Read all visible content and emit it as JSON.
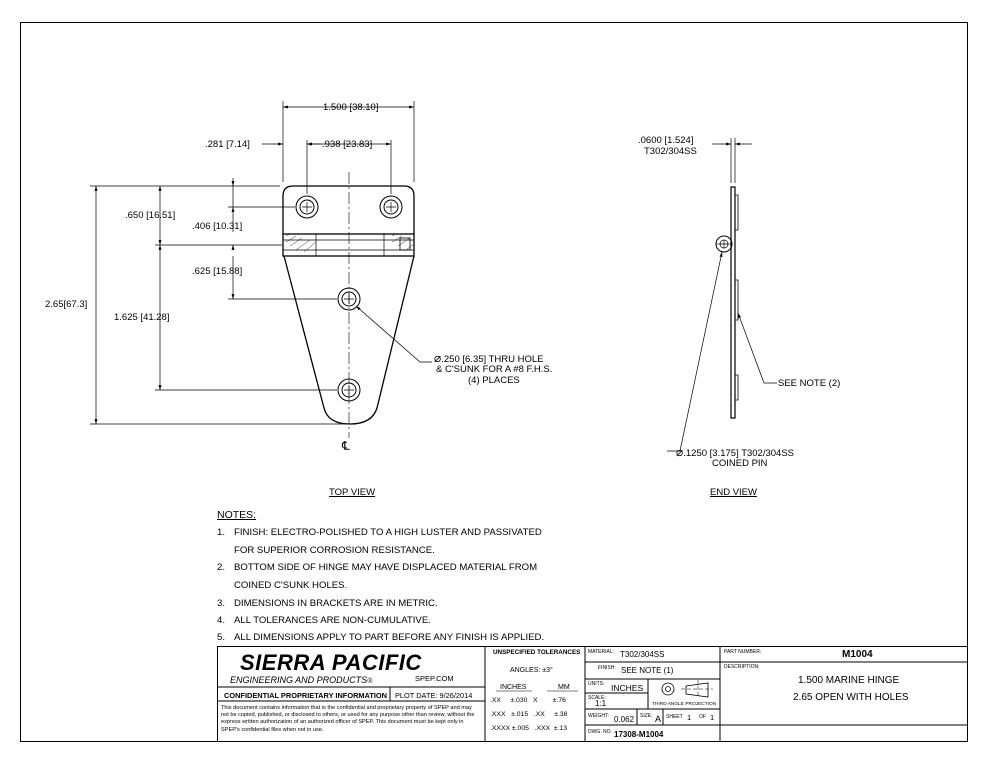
{
  "top_view": {
    "dims": {
      "overall_width": "1.500",
      "overall_width_mm": "38.10",
      "hole_offset": ".281",
      "hole_offset_mm": "7.14",
      "hole_spacing": ".938",
      "hole_spacing_mm": "23.83",
      "top_to_pin": ".650",
      "top_to_pin_mm": "16.51",
      "top_to_hole": ".406",
      "top_to_hole_mm": "10.31",
      "pin_to_hole": ".625",
      "pin_to_hole_mm": "15.88",
      "overall_height": "2.65",
      "overall_height_mm": "67.3",
      "pin_to_bottom_hole": "1.625",
      "pin_to_bottom_hole_mm": "41.28"
    },
    "hole_callout_line1": ".250",
    "hole_callout_line1_mm": "6.35",
    "hole_callout_line1_text": "THRU HOLE",
    "hole_callout_line2": "& C'SUNK FOR A #8 F.H.S.",
    "hole_callout_line3": "(4) PLACES",
    "centerline_symbol": "℄",
    "diameter_symbol": "⌀",
    "label": "TOP VIEW"
  },
  "end_view": {
    "thickness": ".0600",
    "thickness_mm": "1.524",
    "thickness_material": "T302/304SS",
    "see_note": "SEE NOTE (2)",
    "pin_callout_line1": ".1250",
    "pin_callout_line1_mm": "3.175",
    "pin_callout_line1_mat": "T302/304SS",
    "pin_callout_line2": "COINED PIN",
    "label": "END VIEW"
  },
  "notes": {
    "heading": "NOTES:",
    "items": [
      {
        "num": "1.",
        "lines": [
          "FINISH: ELECTRO-POLISHED TO A HIGH LUSTER AND PASSIVATED",
          "FOR SUPERIOR CORROSION RESISTANCE."
        ]
      },
      {
        "num": "2.",
        "lines": [
          "BOTTOM SIDE OF HINGE MAY HAVE DISPLACED MATERIAL FROM",
          "COINED C'SUNK HOLES."
        ]
      },
      {
        "num": "3.",
        "lines": [
          "DIMENSIONS IN BRACKETS ARE IN METRIC."
        ]
      },
      {
        "num": "4.",
        "lines": [
          "ALL TOLERANCES ARE NON-CUMULATIVE."
        ]
      },
      {
        "num": "5.",
        "lines": [
          "ALL DIMENSIONS APPLY TO PART BEFORE ANY FINISH IS APPLIED."
        ]
      }
    ]
  },
  "title_block": {
    "company": "SIERRA PACIFIC",
    "company_sub": "ENGINEERING AND PRODUCTS",
    "registered": "®",
    "website": "SPEP.COM",
    "confidential_title": "CONFIDENTIAL PROPRIETARY INFORMATION",
    "plot_date": "PLOT DATE: 9/26/2014",
    "confidential_text": "This document contains information that is the confidential and proprietary property of SPEP and may not be copied, published, or disclosed to others, or used for any purpose other than review, without the express written authorization of an authorized officer of SPEP. This document must be kept only in SPEP's confidential files when not in use.",
    "tolerances_title": "UNSPECIFIED TOLERANCES",
    "angles": "ANGLES: ±3°",
    "inches_h": "INCHES",
    "mm_h": "MM",
    "tol_rows": [
      {
        "in": ".XX",
        "in_tol": "±.030",
        "mm": "X",
        "mm_tol": "±.76"
      },
      {
        "in": ".XXX",
        "in_tol": "±.015",
        "mm": ".XX",
        "mm_tol": "±.38"
      },
      {
        "in": ".XXXX",
        "in_tol": "±.005",
        "mm": ".XXX",
        "mm_tol": "±.13"
      }
    ],
    "material_label": "MATERIAL:",
    "material": "T302/304SS",
    "finish_label": "FINISH:",
    "finish": "SEE NOTE (1)",
    "units_label": "UNITS:",
    "units": "INCHES",
    "scale_label": "SCALE:",
    "scale": "1:1",
    "projection": "THIRD ANGLE PROJECTION",
    "weight_label": "WEIGHT:",
    "weight": "0.062",
    "size_label": "SIZE:",
    "size": "A",
    "sheet_label": "SHEET",
    "sheet": "1",
    "of_label": "OF",
    "of": "1",
    "dwg_label": "DWG. NO.",
    "dwg": "17308-M1004",
    "part_label": "PART NUMBER:",
    "part": "M1004",
    "desc_label": "DESCRIPTION:",
    "desc_line1": "1.500 MARINE HINGE",
    "desc_line2": "2.65 OPEN WITH HOLES"
  }
}
